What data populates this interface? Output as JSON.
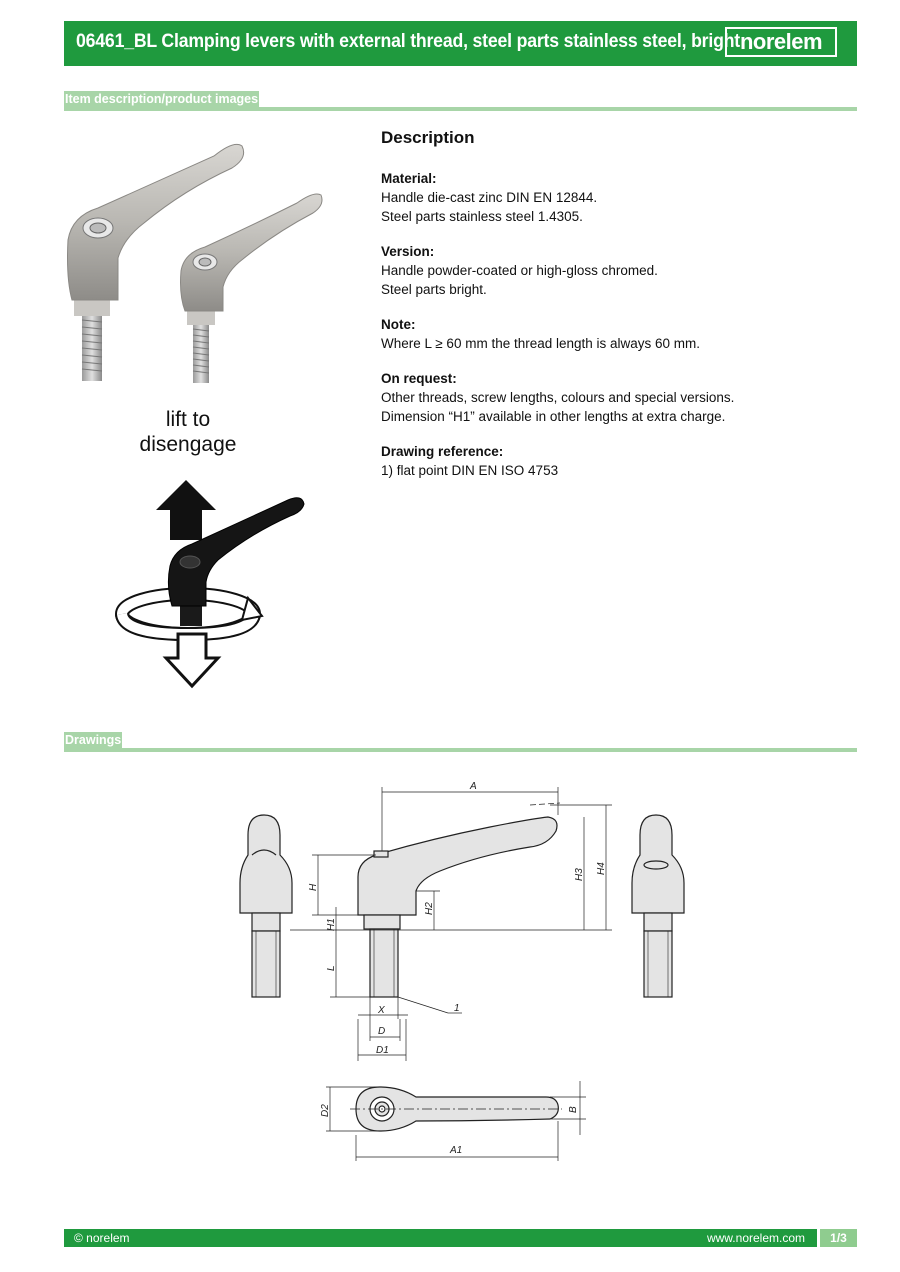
{
  "header": {
    "title": "06461_BL Clamping levers with external thread, steel parts stainless steel, bright",
    "logo": "norelem"
  },
  "sections": {
    "item_description": "Item description/product images",
    "drawings": "Drawings"
  },
  "description": {
    "heading": "Description",
    "blocks": [
      {
        "head": "Material:",
        "lines": [
          "Handle die-cast zinc DIN EN 12844.",
          "Steel parts stainless steel 1.4305."
        ]
      },
      {
        "head": "Version:",
        "lines": [
          "Handle powder-coated or high-gloss chromed.",
          "Steel parts bright."
        ]
      },
      {
        "head": "Note:",
        "lines": [
          "Where L ≥ 60 mm the thread length is always 60 mm."
        ]
      },
      {
        "head": "On request:",
        "lines": [
          "Other threads, screw lengths, colours and special versions.",
          "Dimension “H1” available in other lengths at extra charge."
        ]
      },
      {
        "head": "Drawing reference:",
        "lines": [
          "1) flat point DIN EN ISO 4753"
        ]
      }
    ]
  },
  "product_images": {
    "lift_text_line1": "lift to",
    "lift_text_line2": "disengage"
  },
  "drawing_labels": {
    "A": "A",
    "A1": "A1",
    "H": "H",
    "H1": "H1",
    "H2": "H2",
    "H3": "H3",
    "H4": "H4",
    "L": "L",
    "X": "X",
    "D": "D",
    "D1": "D1",
    "D2": "D2",
    "B": "B",
    "ref1": "1"
  },
  "footer": {
    "copyright": "© norelem",
    "url": "www.norelem.com",
    "page": "1/3"
  },
  "colors": {
    "brand_green": "#1f9a3e",
    "section_green": "#a8d5a8"
  }
}
